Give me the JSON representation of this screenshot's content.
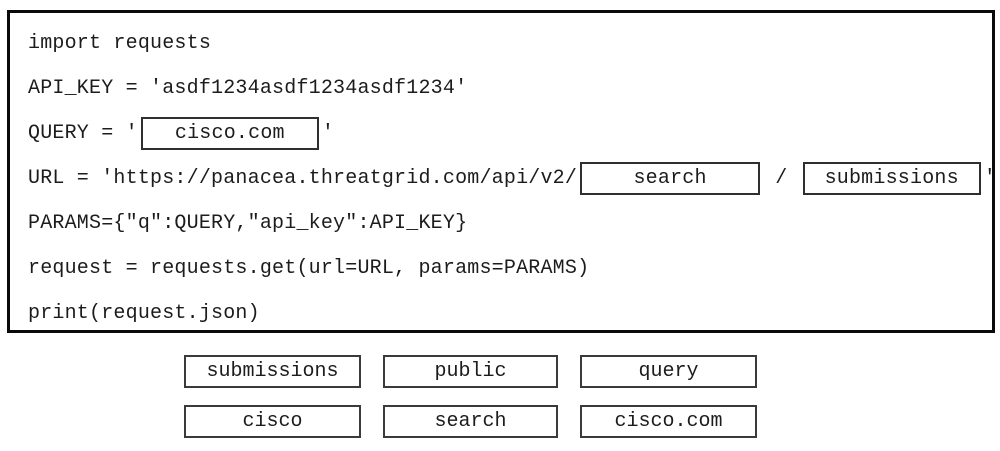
{
  "code_panel": {
    "line1": "import requests",
    "line2": "API_KEY = 'asdf1234asdf1234asdf1234'",
    "line3": {
      "prefix": "QUERY = '",
      "slot_value": "cisco.com",
      "suffix": "'"
    },
    "line4": {
      "prefix": "URL = 'https://panacea.threatgrid.com/api/v2/",
      "slot1_value": "search",
      "separator": " / ",
      "slot2_value": "submissions",
      "suffix": "'"
    },
    "line5": "PARAMS={\"q\":QUERY,\"api_key\":API_KEY}",
    "line6": "request = requests.get(url=URL, params=PARAMS)",
    "line7": "print(request.json)"
  },
  "options": [
    {
      "label": "submissions"
    },
    {
      "label": "public"
    },
    {
      "label": "query"
    },
    {
      "label": "cisco"
    },
    {
      "label": "search"
    },
    {
      "label": "cisco.com"
    }
  ],
  "colors": {
    "panel_border": "#0a0a0a",
    "slot_border": "#2f2f2f",
    "tile_border": "#3a3a3a",
    "text": "#1c1c1c",
    "background": "#ffffff"
  }
}
